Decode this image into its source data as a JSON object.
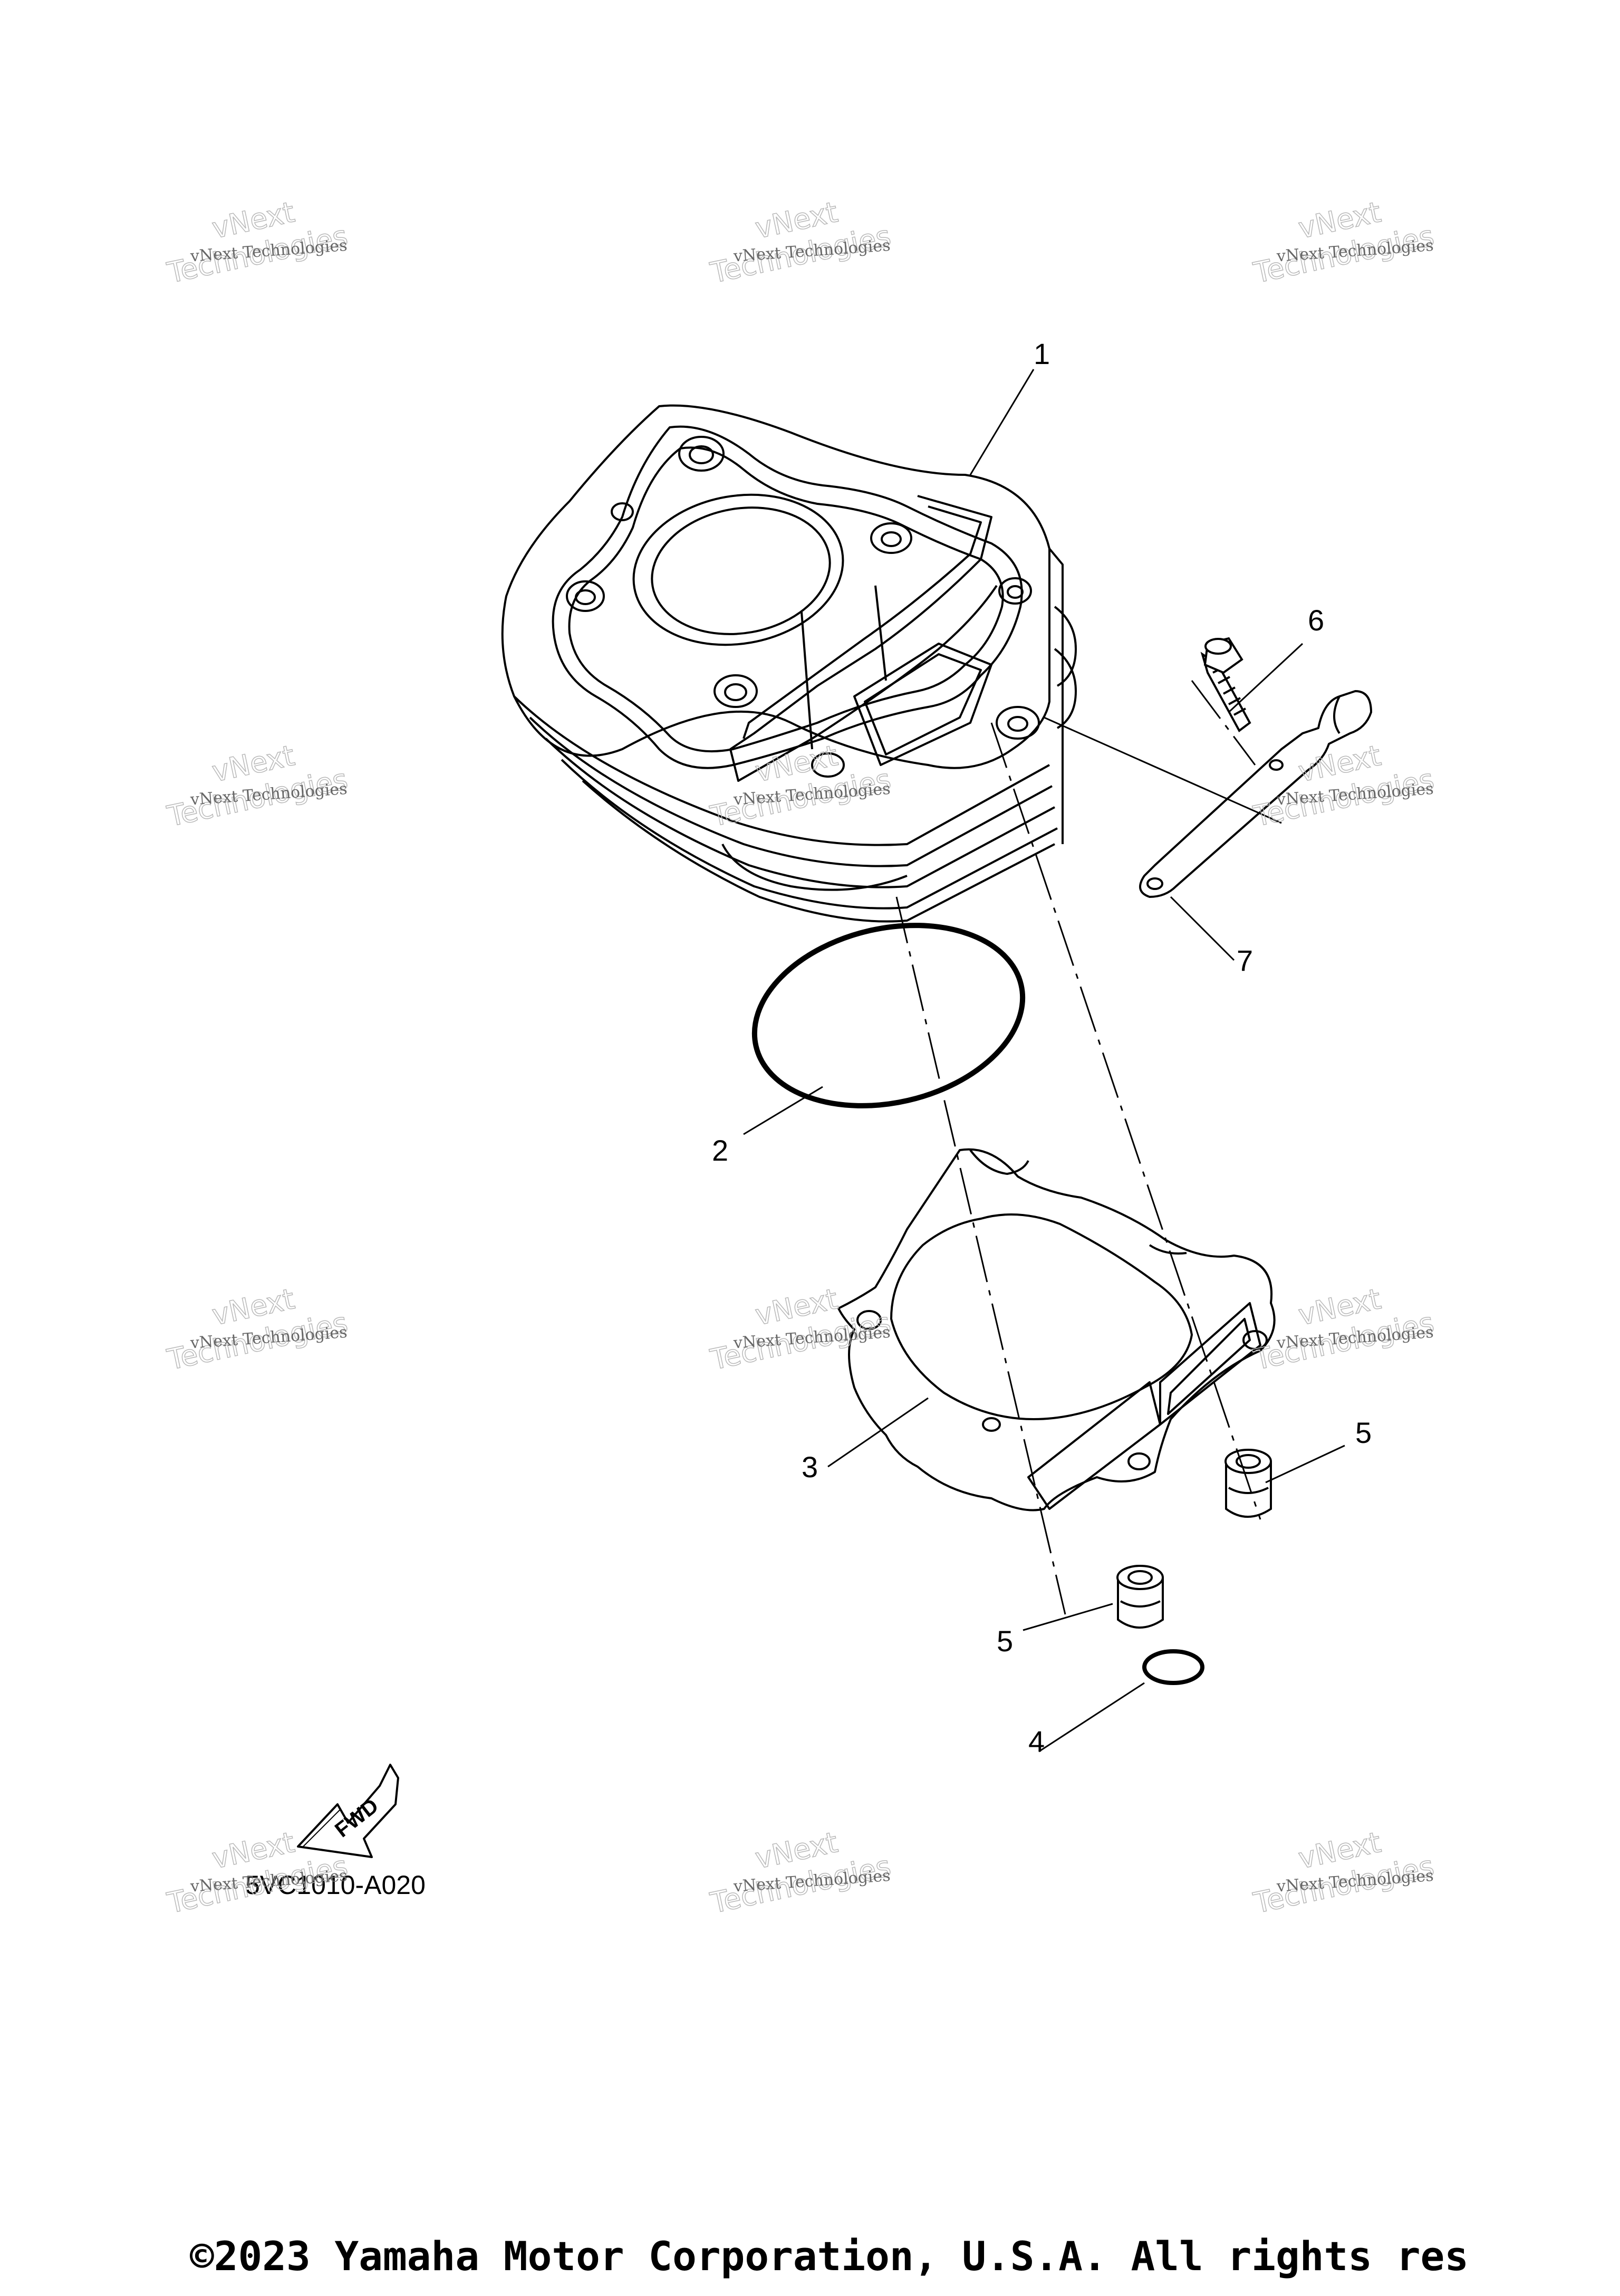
{
  "callouts": {
    "c1": "1",
    "c2": "2",
    "c3": "3",
    "c4": "4",
    "c5a": "5",
    "c5b": "5",
    "c6": "6",
    "c7": "7"
  },
  "diagram_code": "5VC1010-A020",
  "fwd_label": "FWD",
  "copyright": "©2023 Yamaha Motor Corporation, U.S.A. All rights res",
  "watermark": {
    "line": "vNext Technologies",
    "word1": "vNext",
    "word2": "Technologies"
  }
}
